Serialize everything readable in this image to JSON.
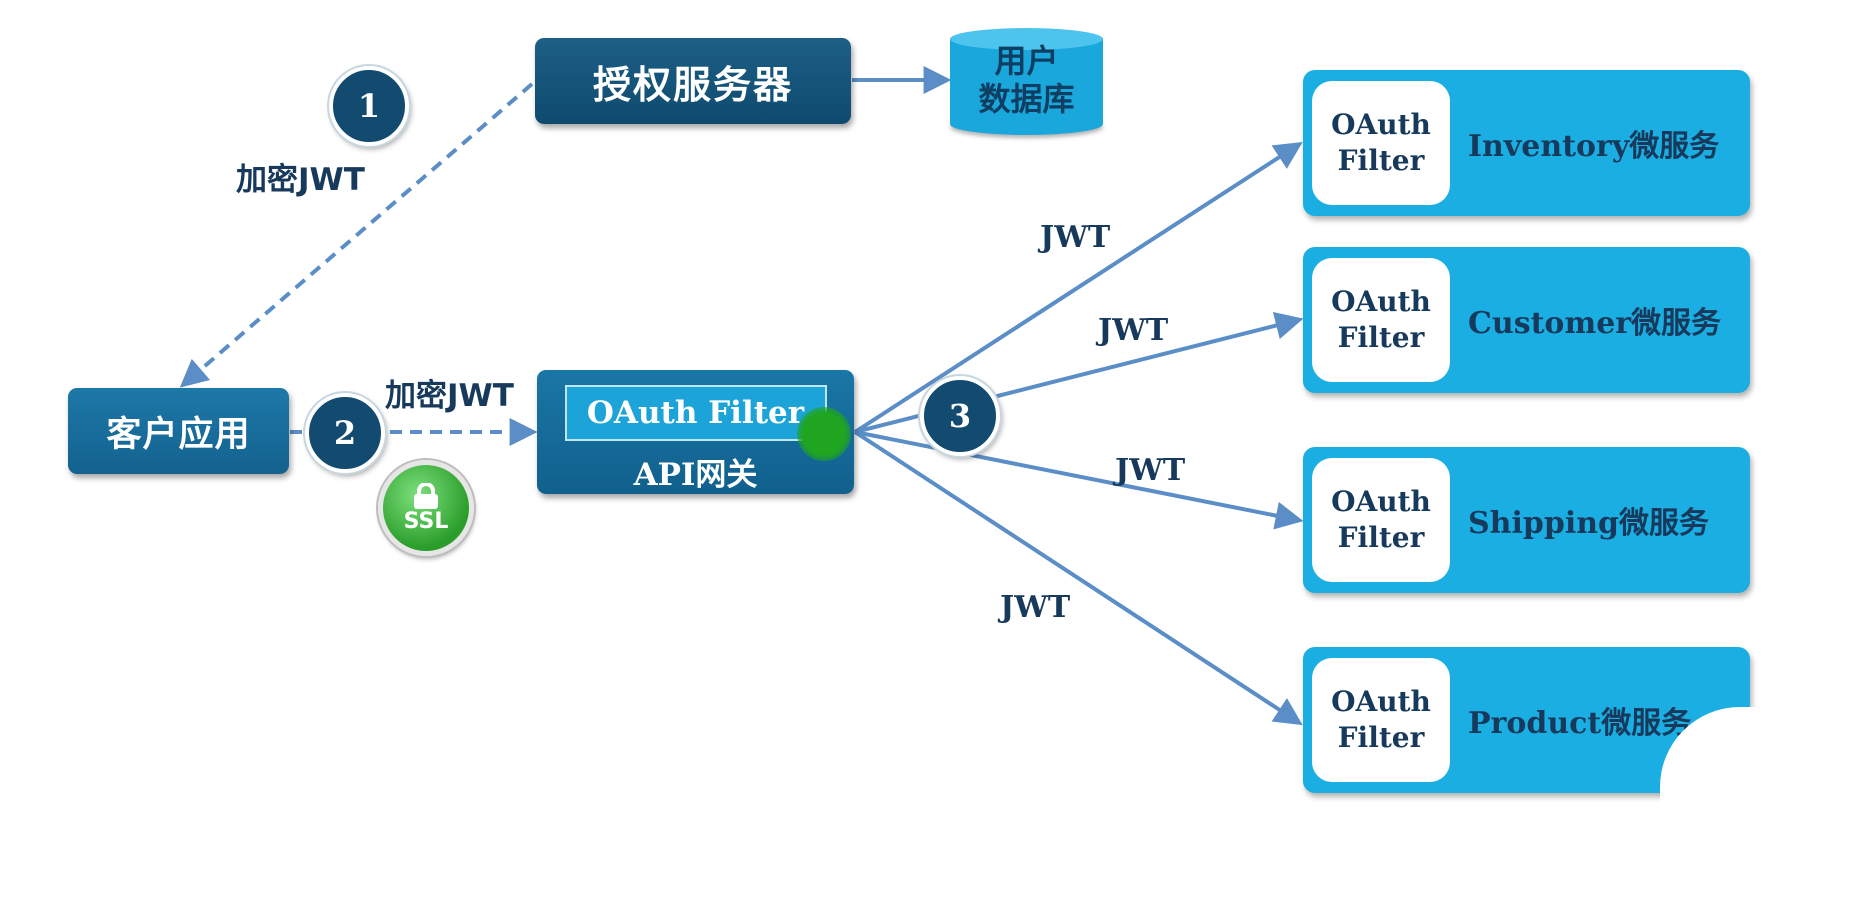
{
  "colors": {
    "dark_box": "#0f4a6e",
    "service_box": "#1aaee2",
    "arrow": "#5b8ec7",
    "text_dark": "#173a5c",
    "ssl_green": "#2a9d2a"
  },
  "auth_server": {
    "label": "授权服务器"
  },
  "user_db": {
    "line1": "用户",
    "line2": "数据库"
  },
  "client_app": {
    "label": "客户应用"
  },
  "gateway": {
    "filter_label": "OAuth Filter",
    "label": "API网关"
  },
  "steps": {
    "one": "1",
    "two": "2",
    "three": "3"
  },
  "encrypt_jwt_1": "加密JWT",
  "encrypt_jwt_2": "加密JWT",
  "ssl": {
    "text": "SSL",
    "icon": "lock-icon"
  },
  "jwt_labels": [
    "JWT",
    "JWT",
    "JWT",
    "JWT"
  ],
  "services": [
    {
      "filter_line1": "OAuth",
      "filter_line2": "Filter",
      "name": "Inventory微服务"
    },
    {
      "filter_line1": "OAuth",
      "filter_line2": "Filter",
      "name": "Customer微服务"
    },
    {
      "filter_line1": "OAuth",
      "filter_line2": "Filter",
      "name": "Shipping微服务"
    },
    {
      "filter_line1": "OAuth",
      "filter_line2": "Filter",
      "name": "Product微服务"
    }
  ]
}
